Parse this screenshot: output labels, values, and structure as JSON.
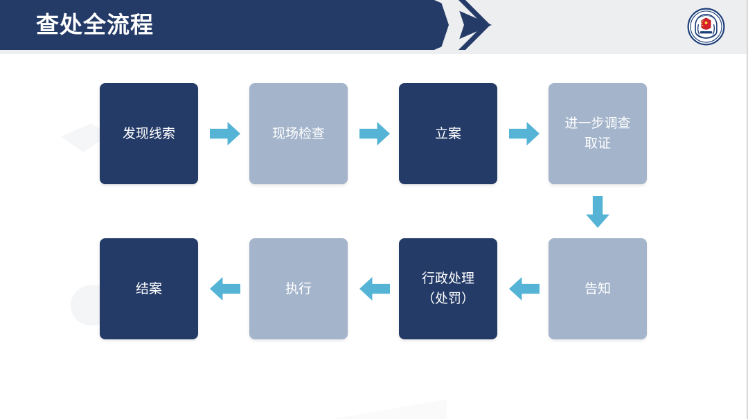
{
  "header": {
    "title": "查处全流程",
    "emblem_name": "administrative-law-enforcement-emblem",
    "band_color": "#243b68",
    "band_bg_color": "#eceef0",
    "title_color": "#ffffff"
  },
  "colors": {
    "dark_box": "#243b68",
    "light_box": "#a3b4cb",
    "arrow": "#55b4d6",
    "page_background": "#ffffff"
  },
  "flow": {
    "row1": [
      {
        "label": "发现线索",
        "style": "dark"
      },
      {
        "label": "现场检查",
        "style": "light"
      },
      {
        "label": "立案",
        "style": "dark"
      },
      {
        "label": "进一步调查\n取证",
        "style": "light"
      }
    ],
    "row2": [
      {
        "label": "结案",
        "style": "dark"
      },
      {
        "label": "执行",
        "style": "light"
      },
      {
        "label": "行政处理\n（处罚）",
        "style": "dark"
      },
      {
        "label": "告知",
        "style": "light"
      }
    ],
    "connectors": [
      {
        "name": "arrow-1",
        "direction": "right"
      },
      {
        "name": "arrow-2",
        "direction": "right"
      },
      {
        "name": "arrow-3",
        "direction": "right"
      },
      {
        "name": "arrow-down",
        "direction": "down"
      },
      {
        "name": "arrow-4",
        "direction": "left"
      },
      {
        "name": "arrow-5",
        "direction": "left"
      },
      {
        "name": "arrow-6",
        "direction": "left"
      }
    ]
  }
}
